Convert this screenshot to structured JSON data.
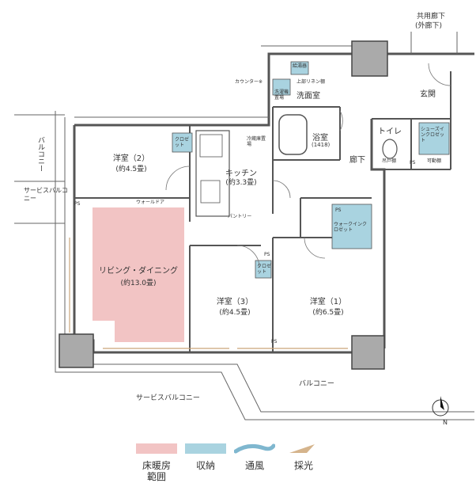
{
  "rooms": {
    "ldk": {
      "name": "リビング・ダイニング",
      "size": "(約13.0畳)"
    },
    "western2": {
      "name": "洋室（2）",
      "size": "(約4.5畳)"
    },
    "western3": {
      "name": "洋室（3）",
      "size": "(約4.5畳)"
    },
    "western1": {
      "name": "洋室（1）",
      "size": "(約6.5畳)"
    },
    "kitchen": {
      "name": "キッチン",
      "size": "(約3.3畳)"
    },
    "bath": {
      "name": "浴室",
      "size": "(1418)"
    },
    "washroom": {
      "name": "洗面室"
    },
    "toilet": {
      "name": "トイレ"
    },
    "hallway": {
      "name": "廊下"
    },
    "entrance": {
      "name": "玄関"
    }
  },
  "labels": {
    "common_corridor": "共用廊下",
    "common_corridor_sub": "(外廊下)",
    "balcony_left": "バルコニー",
    "service_balcony_left": "サービスバルコニー",
    "service_balcony_bottom": "サービスバルコニー",
    "balcony_bottom": "バルコニー",
    "counter": "カウンター※",
    "linen_shelf": "上部リネン棚",
    "washer_pan": "洗濯機置場",
    "water_heater": "給湯器",
    "fridge": "冷蔵庫置場",
    "pantry": "パントリー",
    "walk_in_closet": "ウォークインクロゼット",
    "shoes_in_closet": "シューズインクロゼット",
    "storage": "可動棚",
    "shelf": "吊戸棚",
    "closet": "クロゼット",
    "wall_door": "ウォールドア",
    "ps": "PS",
    "north": "N"
  },
  "legend": [
    {
      "label": "床暖房範囲",
      "color": "#f2c4c4",
      "kind": "fill"
    },
    {
      "label": "収納",
      "color": "#a9d3e0",
      "kind": "fill"
    },
    {
      "label": "通風",
      "color": "#7fb7cf",
      "kind": "wind"
    },
    {
      "label": "採光",
      "color": "#d5b48c",
      "kind": "light"
    }
  ]
}
